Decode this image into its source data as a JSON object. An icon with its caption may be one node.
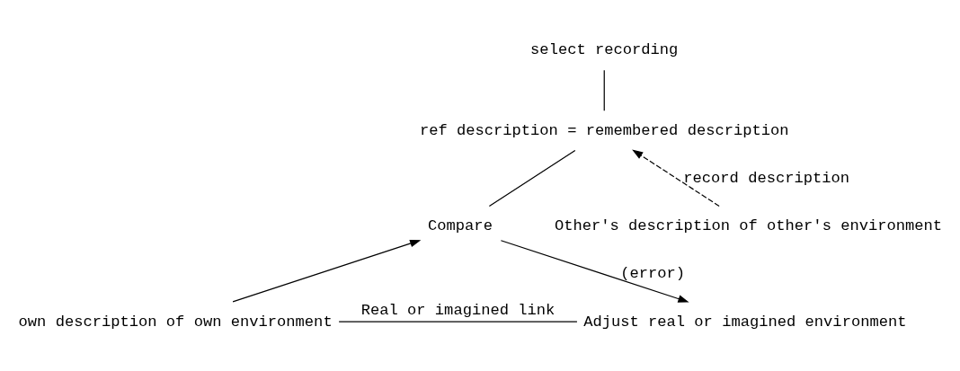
{
  "diagram": {
    "nodes": [
      {
        "text": [
          "select recording"
        ]
      },
      {
        "text": [
          "ref description = remembered description"
        ]
      },
      {
        "text": [
          "Compare"
        ]
      },
      {
        "text": [
          "own description of own environment"
        ]
      },
      {
        "text": [
          "Adjust real or imagined environment"
        ]
      },
      {
        "text": [
          "Other's description of other's environment"
        ]
      }
    ],
    "edges": [
      {
        "from": 0,
        "to": 1,
        "arrow": "none"
      },
      {
        "from": 5,
        "to": 1,
        "arrow": "to",
        "label": "record description",
        "style": "dashed"
      },
      {
        "from": 1,
        "to": 2,
        "arrow": "none"
      },
      {
        "from": 3,
        "to": 2,
        "arrow": "to"
      },
      {
        "from": 2,
        "to": 4,
        "arrow": "to",
        "label": "(error)"
      },
      {
        "from": 3,
        "to": 4,
        "arrow": "none",
        "label": "Real or imagined link"
      }
    ]
  }
}
